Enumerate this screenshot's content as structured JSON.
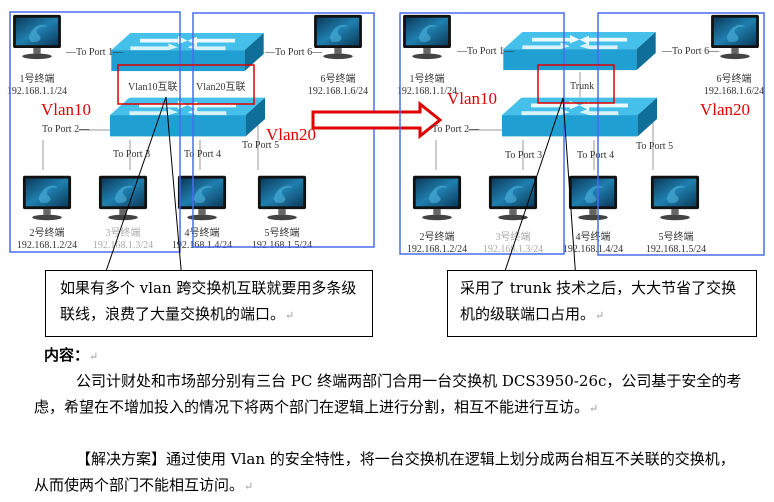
{
  "diagram_before": {
    "port_labels": [
      "—To Port 1—",
      "To Port 2—",
      "To Port 3",
      "To Port 4",
      "To Port 5",
      "—To Port 6—"
    ],
    "link_labels": [
      "Vlan10互联",
      "Vlan20互联"
    ],
    "vlan_labels": [
      "Vlan10",
      "Vlan20"
    ],
    "terminals": [
      {
        "name": "1号终端",
        "ip": "192.168.1.1/24"
      },
      {
        "name": "2号终端",
        "ip": "192.168.1.2/24"
      },
      {
        "name": "3号终端",
        "ip": "192.168.1.3/24"
      },
      {
        "name": "4号终端",
        "ip": "192.168.1.4/24"
      },
      {
        "name": "5号终端",
        "ip": "192.168.1.5/24"
      },
      {
        "name": "6号终端",
        "ip": "192.168.1.6/24"
      }
    ],
    "callout": "如果有多个 vlan 跨交换机互联就要用多条级联线，浪费了大量交换机的端口。"
  },
  "diagram_after": {
    "port_labels": [
      "—To Port 1—",
      "To Port 2—",
      "To Port 3",
      "To Port 4",
      "To Port 5",
      "—To Port 6—"
    ],
    "link_label": "Trunk",
    "vlan_labels": [
      "Vlan10",
      "Vlan20"
    ],
    "terminals": [
      {
        "name": "1号终端",
        "ip": "192.168.1.1/24"
      },
      {
        "name": "2号终端",
        "ip": "192.168.1.2/24"
      },
      {
        "name": "3号终端",
        "ip": "192.168.1.3/24"
      },
      {
        "name": "4号终端",
        "ip": "192.168.1.4/24"
      },
      {
        "name": "5号终端",
        "ip": "192.168.1.5/24"
      },
      {
        "name": "6号终端",
        "ip": "192.168.1.6/24"
      }
    ],
    "callout": "采用了 trunk 技术之后，大大节省了交换机的级联端口占用。"
  },
  "colors": {
    "vlan_box": "#4a6cf0",
    "highlight": "#e00000",
    "switch": "#2aa6d8"
  },
  "content": {
    "heading": "内容：",
    "para1": "公司计财处和市场部分别有三台 PC 终端两部门合用一台交换机 DCS3950-26c，公司基于安全的考虑，希望在不增加投入的情况下将两个部门在逻辑上进行分割，相互不能进行互访。",
    "para2": "【解决方案】通过使用 Vlan 的安全特性，将一台交换机在逻辑上划分成两台相互不关联的交换机，从而使两个部门不能相互访问。"
  }
}
